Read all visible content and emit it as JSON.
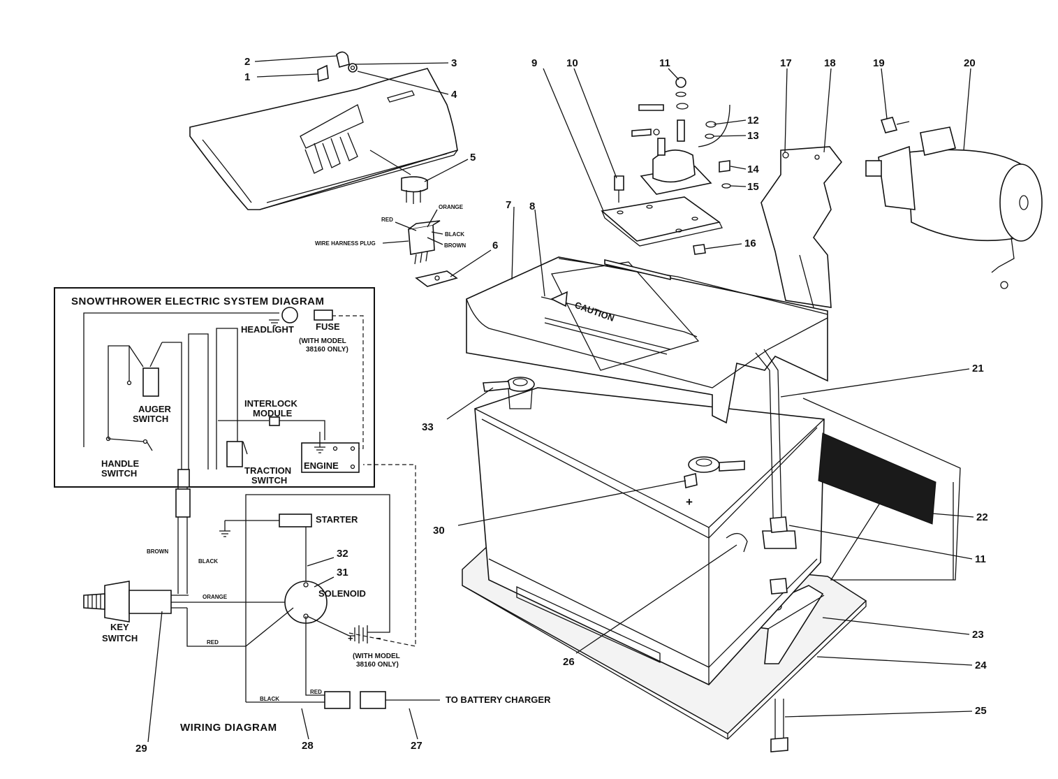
{
  "callouts": {
    "c1": "1",
    "c2": "2",
    "c3": "3",
    "c4": "4",
    "c5": "5",
    "c6": "6",
    "c7": "7",
    "c8": "8",
    "c9": "9",
    "c10": "10",
    "c11a": "11",
    "c11b": "11",
    "c12": "12",
    "c13": "13",
    "c14": "14",
    "c15": "15",
    "c16": "16",
    "c17": "17",
    "c18": "18",
    "c19": "19",
    "c20": "20",
    "c21": "21",
    "c22": "22",
    "c23": "23",
    "c24": "24",
    "c25": "25",
    "c26": "26",
    "c27": "27",
    "c28": "28",
    "c29": "29",
    "c30": "30",
    "c31": "31",
    "c32": "32",
    "c33": "33"
  },
  "plug_labels": {
    "orange": "ORANGE",
    "red": "RED",
    "black": "BLACK",
    "brown": "BROWN",
    "wire_harness_plug": "WIRE HARNESS PLUG"
  },
  "battery": {
    "caution": "CAUTION",
    "plus": "+"
  },
  "system_diagram": {
    "title": "SNOWTHROWER ELECTRIC SYSTEM DIAGRAM",
    "headlight": "HEADLIGHT",
    "fuse": "FUSE",
    "model_note_1": "(WITH MODEL",
    "model_note_2": "38160 ONLY)",
    "interlock_1": "INTERLOCK",
    "interlock_2": "MODULE",
    "auger_1": "AUGER",
    "auger_2": "SWITCH",
    "handle_1": "HANDLE",
    "handle_2": "SWITCH",
    "traction_1": "TRACTION",
    "traction_2": "SWITCH",
    "engine": "ENGINE"
  },
  "wiring": {
    "title": "WIRING DIAGRAM",
    "starter": "STARTER",
    "solenoid": "SOLENOID",
    "key_1": "KEY",
    "key_2": "SWITCH",
    "brown": "BROWN",
    "black": "BLACK",
    "orange": "ORANGE",
    "red": "RED",
    "red2": "RED",
    "black2": "BLACK",
    "plus": "+",
    "minus": "−",
    "model_note_1": "(WITH MODEL",
    "model_note_2": "38160 ONLY)",
    "to_charger": "TO BATTERY CHARGER"
  }
}
